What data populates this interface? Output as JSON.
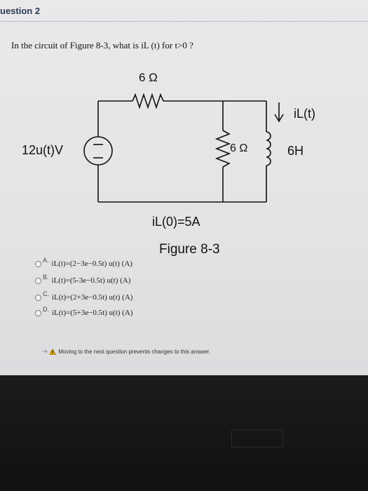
{
  "header": {
    "title": "uestion 2"
  },
  "question": {
    "text": "In the circuit of Figure 8-3, what is iL (t) for t>0 ?"
  },
  "figure": {
    "resistor_top": "6 Ω",
    "resistor_mid": "6 Ω",
    "source": "12u(t)V",
    "inductor": "6H",
    "current_label": "iL(t)",
    "initial_condition": "iL(0)=5A",
    "caption": "Figure 8-3"
  },
  "choices": [
    {
      "letter": "A.",
      "text": "iL(t)=(2−3e−0.5t) u(t) (A)"
    },
    {
      "letter": "B.",
      "text": "iL(t)=(5-3e−0.5t) u(t) (A)"
    },
    {
      "letter": "C.",
      "text": "iL(t)=(2+3e−0.5t) u(t) (A)"
    },
    {
      "letter": "D.",
      "text": "iL(t)=(5+3e−0.5t) u(t) (A)"
    }
  ],
  "warning": {
    "text": "Moving to the next question prevents changes to this answer."
  },
  "colors": {
    "header_text": "#2b3a55",
    "warning_icon": "#e0a800",
    "bezel": "#141414"
  }
}
